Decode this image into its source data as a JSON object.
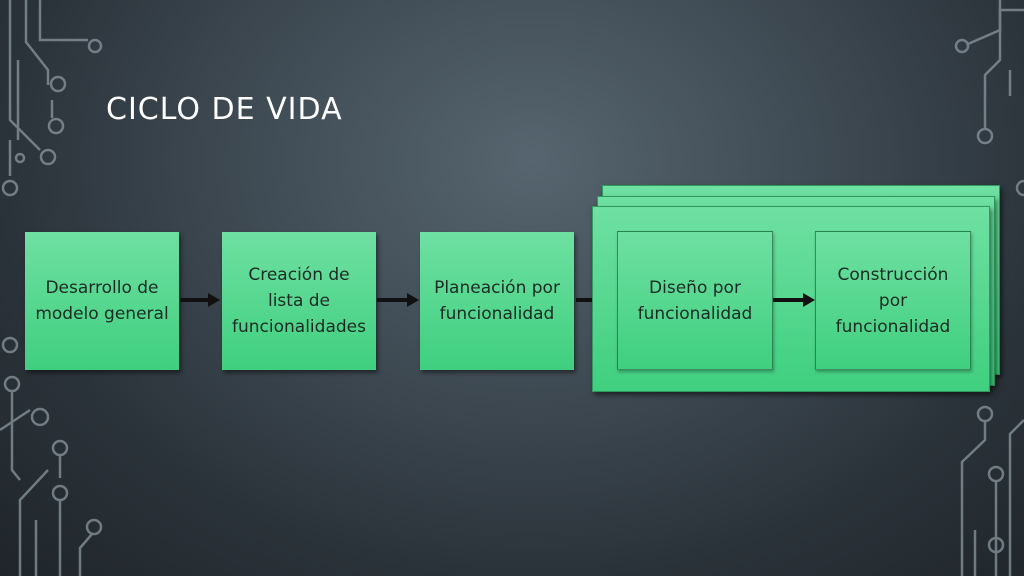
{
  "slide": {
    "title": "CICLO DE VIDA"
  },
  "diagram": {
    "steps": [
      {
        "label": "Desarrollo de modelo general"
      },
      {
        "label": "Creación de lista de funcionalidades"
      },
      {
        "label": "Planeación por funcionalidad"
      },
      {
        "label": "Diseño por funcionalidad"
      },
      {
        "label": "Construcción por funcionalidad"
      }
    ],
    "box_color": "#4fd98c",
    "arrow_color": "#111111"
  }
}
